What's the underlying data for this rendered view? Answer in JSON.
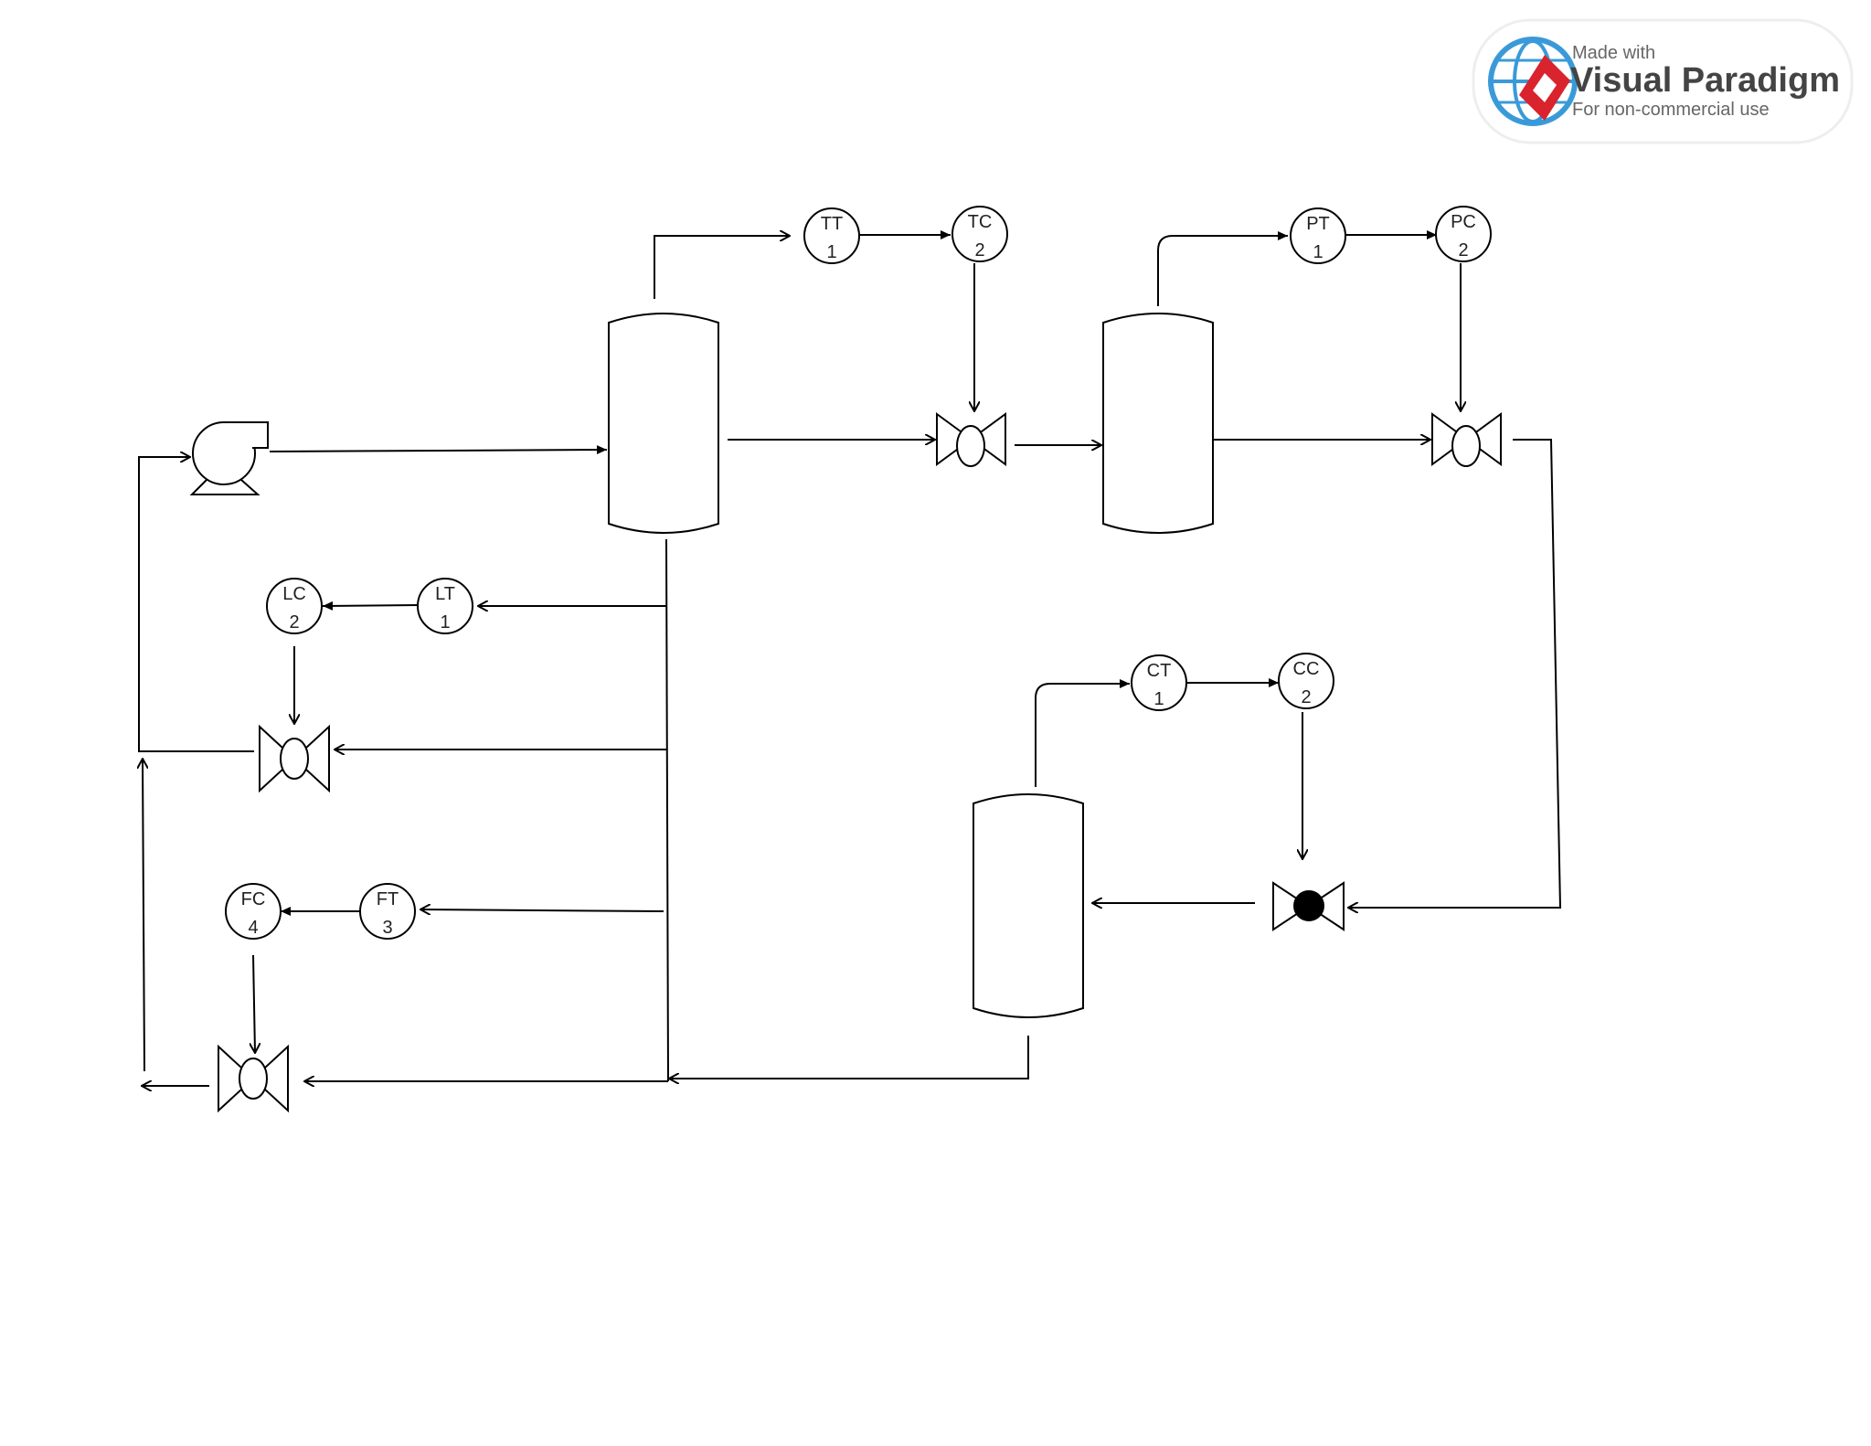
{
  "watermark": {
    "made_with": "Made with",
    "product": "Visual Paradigm",
    "note": "For non-commercial use",
    "logo_colors": {
      "globe": "#3a9ad9",
      "diamond": "#d9232d"
    }
  },
  "instruments": [
    {
      "id": "tt1",
      "tag": "TT",
      "number": "1"
    },
    {
      "id": "tc2",
      "tag": "TC",
      "number": "2"
    },
    {
      "id": "pt1",
      "tag": "PT",
      "number": "1"
    },
    {
      "id": "pc2",
      "tag": "PC",
      "number": "2"
    },
    {
      "id": "lc2",
      "tag": "LC",
      "number": "2"
    },
    {
      "id": "lt1",
      "tag": "LT",
      "number": "1"
    },
    {
      "id": "ct1",
      "tag": "CT",
      "number": "1"
    },
    {
      "id": "cc2",
      "tag": "CC",
      "number": "2"
    },
    {
      "id": "fc4",
      "tag": "FC",
      "number": "4"
    },
    {
      "id": "ft3",
      "tag": "FT",
      "number": "3"
    }
  ],
  "equipment": {
    "vessels": [
      "vessel-1",
      "vessel-2",
      "vessel-3"
    ],
    "pump": "centrifugal-pump",
    "valves": [
      "valve-tc",
      "valve-pc",
      "valve-lc",
      "valve-fc",
      "valve-cc"
    ]
  }
}
